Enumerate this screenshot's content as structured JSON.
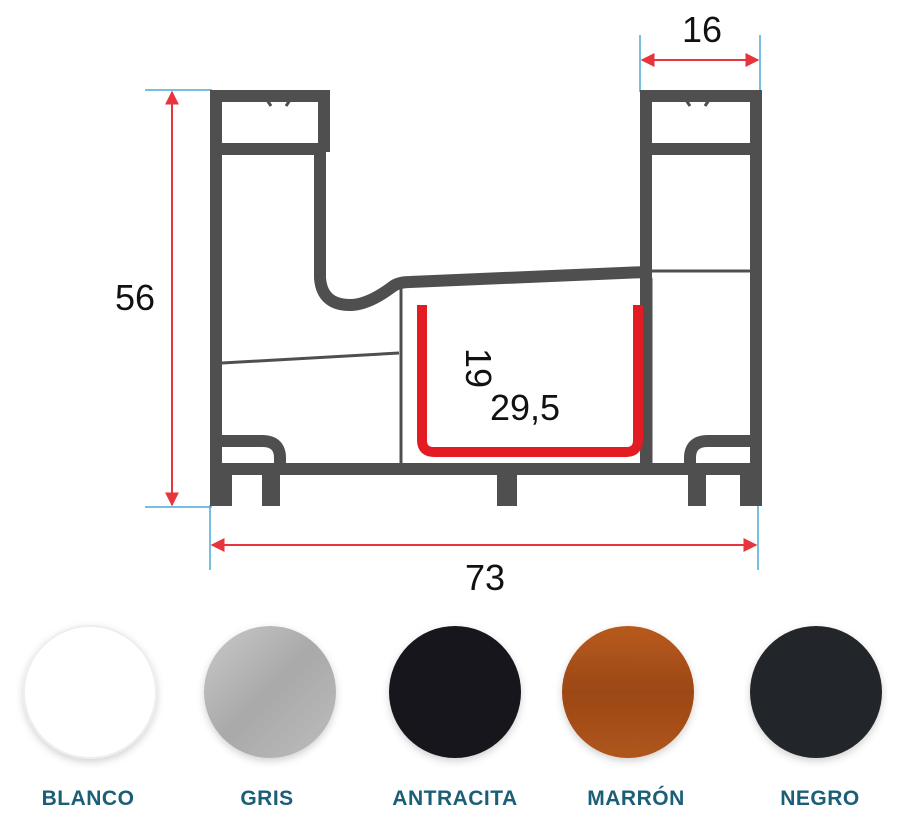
{
  "diagram": {
    "dimensions": {
      "height": "56",
      "top_right_width": "16",
      "total_width": "73",
      "channel_height": "19",
      "channel_width": "29,5"
    },
    "colors": {
      "profile": "#4f4f4f",
      "dimension_line": "#e8343c",
      "extension_line": "#4aa8d8",
      "channel": "#e31b23"
    }
  },
  "swatches": [
    {
      "label": "BLANCO",
      "color": "#ffffff"
    },
    {
      "label": "GRIS",
      "color": "#b4b4b4"
    },
    {
      "label": "ANTRACITA",
      "color": "#16191d"
    },
    {
      "label": "MARRÓN",
      "color": "#a8501c"
    },
    {
      "label": "NEGRO",
      "color": "#23262b"
    }
  ]
}
